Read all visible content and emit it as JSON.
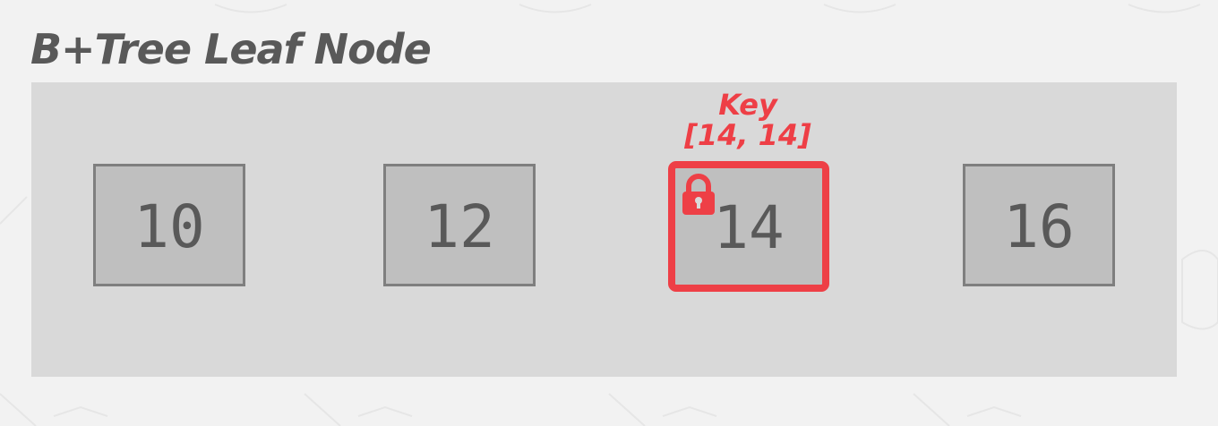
{
  "title": "B+Tree Leaf Node",
  "keys": [
    "10",
    "12",
    "14",
    "16"
  ],
  "locked_key_index": 2,
  "annotation": {
    "line1": "Key",
    "line2": "[14, 14]"
  },
  "colors": {
    "background": "#f2f2f2",
    "node_fill": "#d9d9d9",
    "key_fill": "#bfbfbf",
    "key_border": "#7f7f7f",
    "text": "#595959",
    "highlight": "#ee3f46"
  },
  "icons": {
    "lock": "lock-icon"
  }
}
